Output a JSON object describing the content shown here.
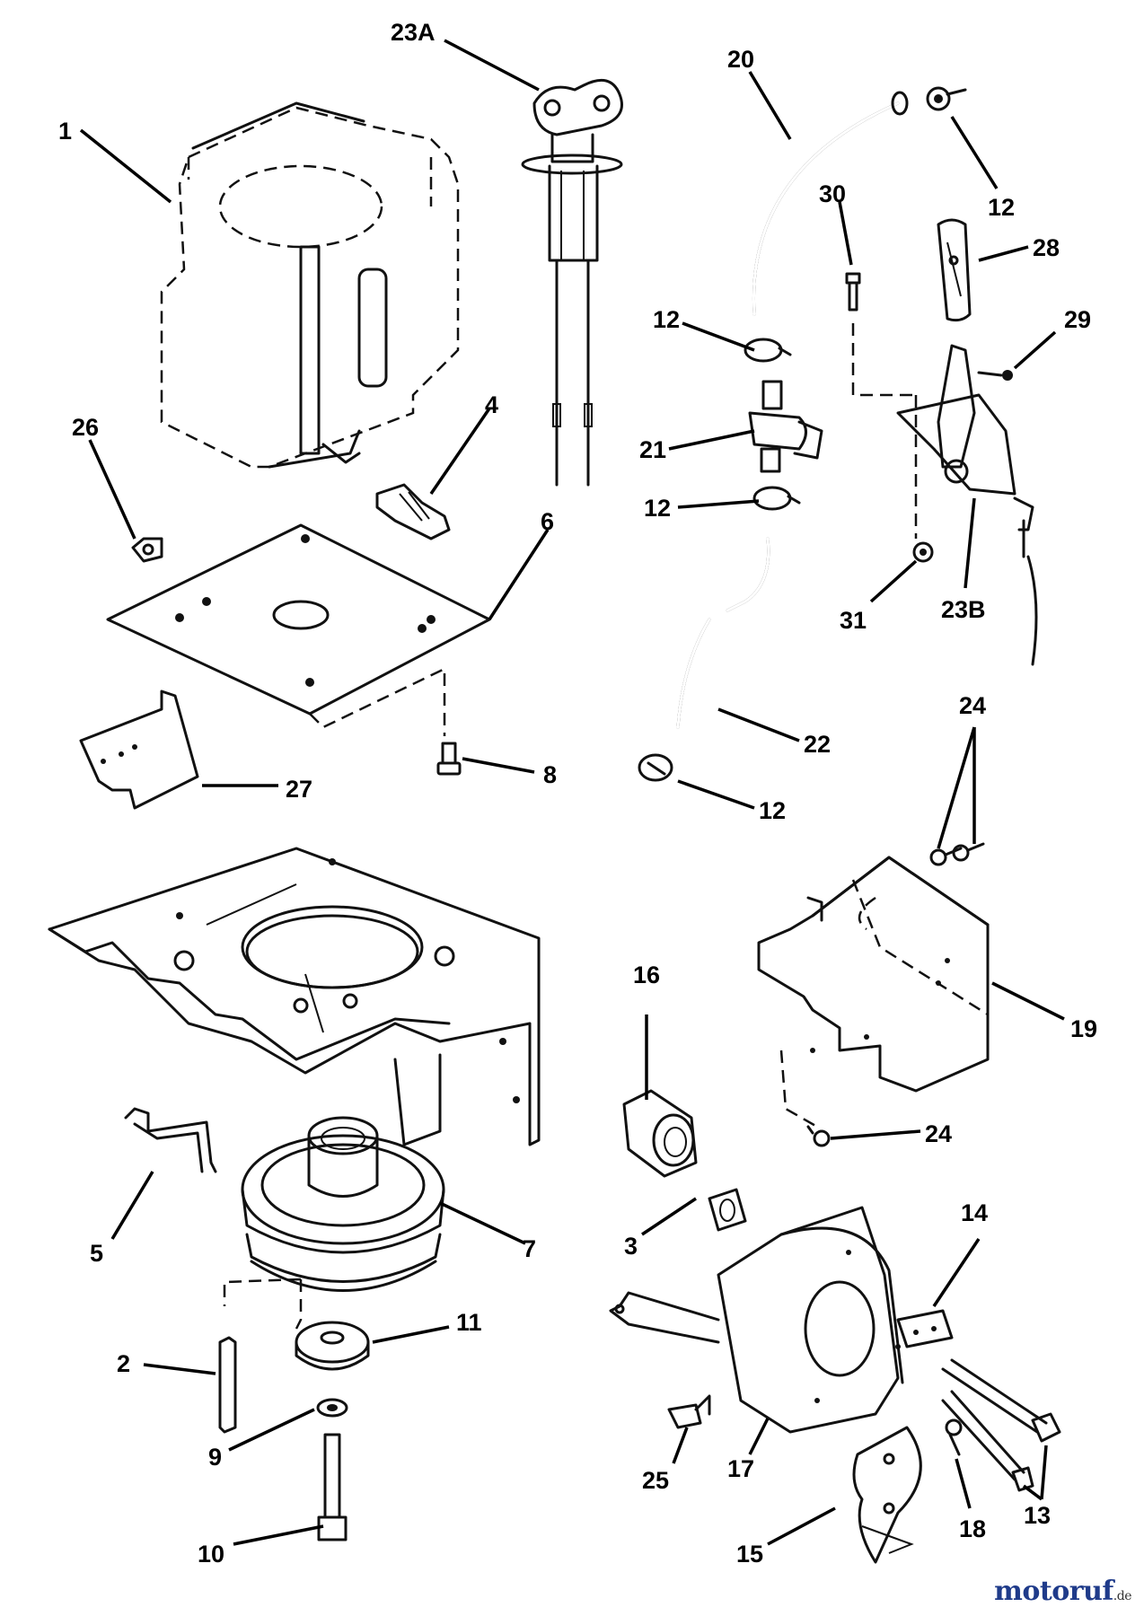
{
  "labels": [
    {
      "id": "1",
      "text": "1"
    },
    {
      "id": "23A",
      "text": "23A"
    },
    {
      "id": "20",
      "text": "20"
    },
    {
      "id": "12a",
      "text": "12"
    },
    {
      "id": "30",
      "text": "30"
    },
    {
      "id": "28",
      "text": "28"
    },
    {
      "id": "12b",
      "text": "12"
    },
    {
      "id": "29",
      "text": "29"
    },
    {
      "id": "26",
      "text": "26"
    },
    {
      "id": "4",
      "text": "4"
    },
    {
      "id": "21",
      "text": "21"
    },
    {
      "id": "12c",
      "text": "12"
    },
    {
      "id": "6",
      "text": "6"
    },
    {
      "id": "31",
      "text": "31"
    },
    {
      "id": "23B",
      "text": "23B"
    },
    {
      "id": "24a",
      "text": "24"
    },
    {
      "id": "27",
      "text": "27"
    },
    {
      "id": "8",
      "text": "8"
    },
    {
      "id": "22",
      "text": "22"
    },
    {
      "id": "12d",
      "text": "12"
    },
    {
      "id": "16",
      "text": "16"
    },
    {
      "id": "19",
      "text": "19"
    },
    {
      "id": "24b",
      "text": "24"
    },
    {
      "id": "5",
      "text": "5"
    },
    {
      "id": "7",
      "text": "7"
    },
    {
      "id": "3",
      "text": "3"
    },
    {
      "id": "14",
      "text": "14"
    },
    {
      "id": "11",
      "text": "11"
    },
    {
      "id": "2",
      "text": "2"
    },
    {
      "id": "9",
      "text": "9"
    },
    {
      "id": "25",
      "text": "25"
    },
    {
      "id": "17",
      "text": "17"
    },
    {
      "id": "18",
      "text": "18"
    },
    {
      "id": "13",
      "text": "13"
    },
    {
      "id": "10",
      "text": "10"
    },
    {
      "id": "15",
      "text": "15"
    }
  ],
  "watermark": {
    "brand": "motoruf",
    "suffix": ".de",
    "color": "#1f3b8a"
  }
}
